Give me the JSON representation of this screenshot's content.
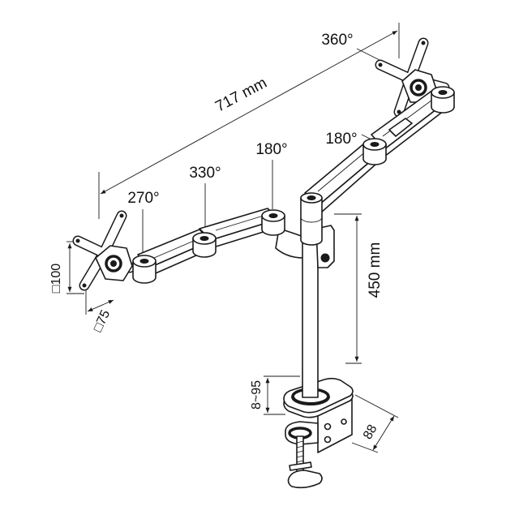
{
  "diagram": {
    "labels": {
      "rotation_top_plate": "360°",
      "arm_span": "717 mm",
      "rotation_right_elbow": "180°",
      "rotation_center_joint": "180°",
      "rotation_left_elbow": "330°",
      "rotation_left_head": "270°",
      "vesa_100": "□100",
      "vesa_75": "□75",
      "pole_height": "450 mm",
      "clamp_thickness": "8~95",
      "clamp_depth": "88"
    },
    "colors": {
      "line": "#1a1a1a",
      "background": "#ffffff"
    }
  }
}
